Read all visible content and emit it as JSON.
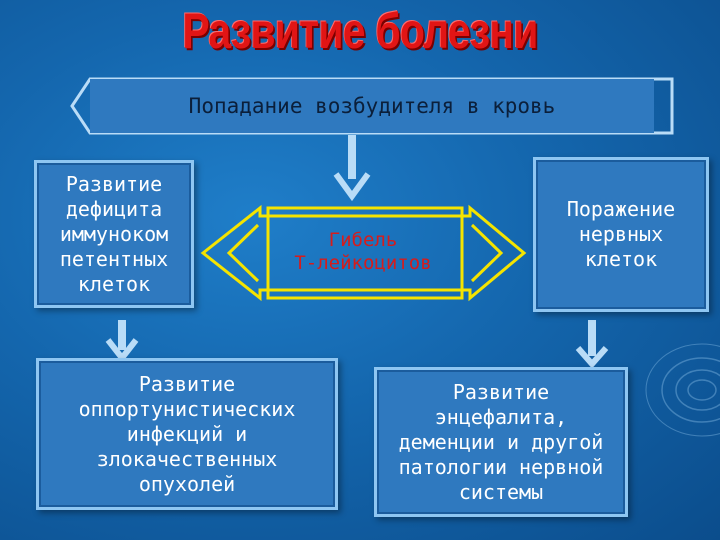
{
  "title": "Развитие болезни",
  "boxes": {
    "top": "Попадание возбудителя в кровь",
    "left": "Развитие\nдефицита\nиммуноком\nпетентных\nклеток",
    "center": "Гибель\nТ-лейкоцитов",
    "right": "Поражение\nнервных\nклеток",
    "bottom_left": "Развитие\nоппортунистических\nинфекций и\nзлокачественных\nопухолей",
    "bottom_right": "Развитие\nэнцефалита,\nдеменции и другой\nпатологии нервной\nсистемы"
  },
  "colors": {
    "background": "#1466ad",
    "box_fill": "#2f79bf",
    "box_border": "#8ec6f2",
    "title": "#e11515",
    "center_text": "#d61c1c",
    "center_frame": "#f5e400",
    "arrows": "#b9dcf7"
  }
}
